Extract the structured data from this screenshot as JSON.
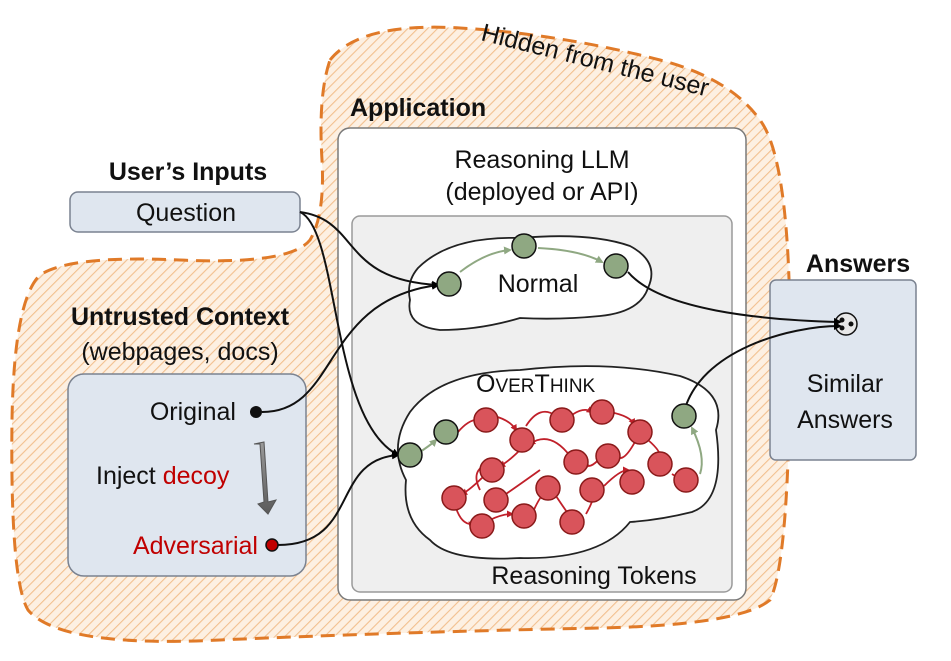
{
  "hidden_region": {
    "label": "Hidden from the user"
  },
  "application": {
    "title": "Application"
  },
  "llm": {
    "line1": "Reasoning LLM",
    "line2": "(deployed or API)"
  },
  "user_inputs": {
    "title": "User’s Inputs",
    "question": "Question"
  },
  "untrusted": {
    "title": "Untrusted Context",
    "subtitle": "(webpages, docs)",
    "original": "Original",
    "inject_prefix": "Inject ",
    "inject_word": "decoy",
    "adversarial": "Adversarial"
  },
  "normal": {
    "label": "Normal"
  },
  "overthink": {
    "label_O": "O",
    "label_VER": "VER",
    "label_T": "T",
    "label_HINK": "HINK"
  },
  "reasoning_tokens": {
    "label": "Reasoning Tokens"
  },
  "answers": {
    "title": "Answers",
    "line1": "Similar",
    "line2": "Answers"
  },
  "colors": {
    "orange_dash": "#e07a28",
    "hatch": "#f6c99c",
    "box_fill": "#dfe6ef",
    "node_green": "#8fa882",
    "node_red": "#d9545b",
    "decoy_red": "#c00000",
    "green_edge": "#8fa882",
    "red_edge": "#c0202a"
  }
}
